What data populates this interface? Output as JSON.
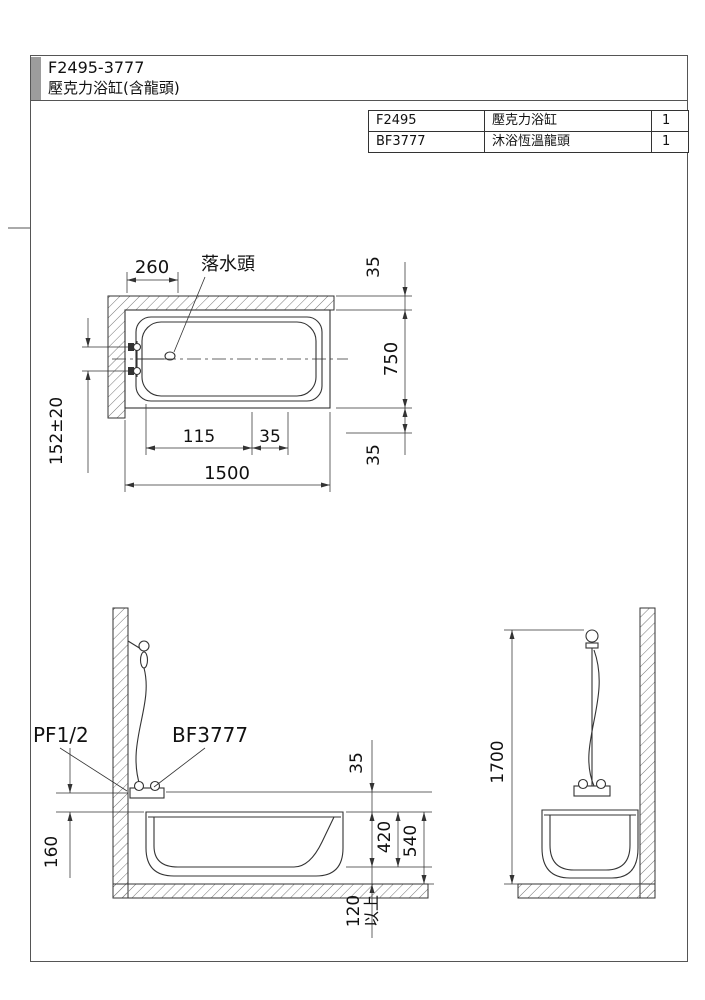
{
  "header": {
    "model": "F2495-3777",
    "product": "壓克力浴缸(含龍頭)"
  },
  "parts_table": {
    "rows": [
      {
        "code": "F2495",
        "name": "壓克力浴缸",
        "qty": "1"
      },
      {
        "code": "BF3777",
        "name": "沐浴恆溫龍頭",
        "qty": "1"
      }
    ]
  },
  "top_view": {
    "drain_label": "落水頭",
    "dim_offset": "260",
    "dim_wall_top": "35",
    "dim_width": "750",
    "dim_gap_bottom": "35",
    "dim_drain_x": "115",
    "dim_drain_gap": "35",
    "dim_length": "1500",
    "dim_supply_spread": "152±20"
  },
  "front_view": {
    "supply_label": "PF1/2",
    "faucet_label": "BF3777",
    "dim_faucet_height": "160",
    "dim_rim_faucet": "35",
    "dim_inner_depth": "420",
    "dim_height": "540",
    "dim_clearance": "120",
    "dim_clearance_suffix": "以上"
  },
  "side_view": {
    "dim_shower_height": "1700"
  }
}
